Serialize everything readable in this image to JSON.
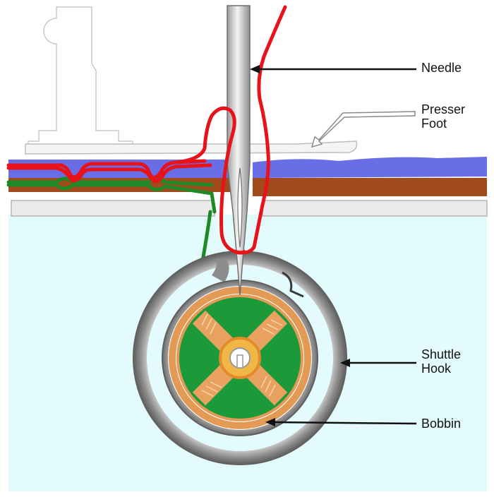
{
  "labels": {
    "needle": "Needle",
    "presser_foot_line1": "Presser",
    "presser_foot_line2": "Foot",
    "shuttle_hook_line1": "Shuttle",
    "shuttle_hook_line2": "Hook",
    "bobbin": "Bobbin"
  },
  "colors": {
    "upper_thread": "#e8121a",
    "lower_thread": "#1f8a25",
    "top_fabric": "#6a6ee6",
    "bottom_fabric": "#a14a1c",
    "water": "#e3fbfd",
    "bobbin_green": "#1c9a3a",
    "bobbin_copper": "#e39a54",
    "hook_metal": "#9a9a9a"
  }
}
